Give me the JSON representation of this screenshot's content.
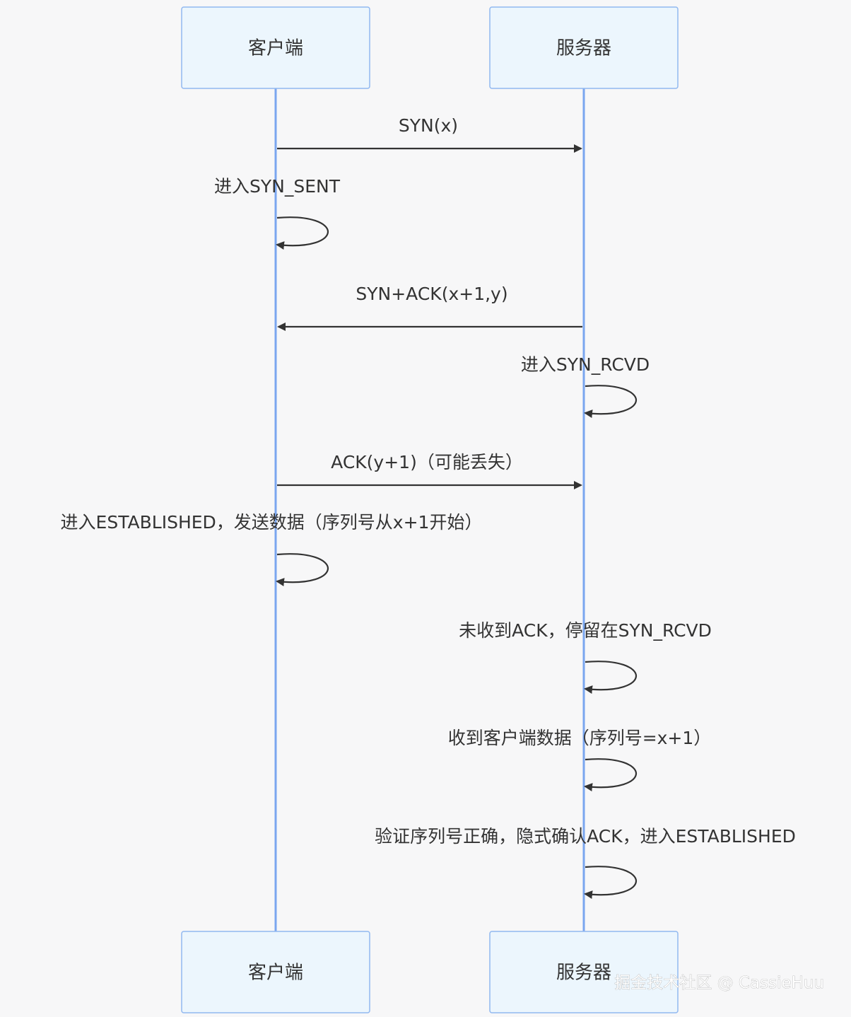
{
  "actors": {
    "client": "客户端",
    "server": "服务器"
  },
  "messages": [
    {
      "from": "client",
      "to": "server",
      "label": "SYN(x)"
    },
    {
      "from": "client",
      "to": "client",
      "label": "进入SYN_SENT"
    },
    {
      "from": "server",
      "to": "client",
      "label": "SYN+ACK(x+1,y)"
    },
    {
      "from": "server",
      "to": "server",
      "label": "进入SYN_RCVD"
    },
    {
      "from": "client",
      "to": "server",
      "label": "ACK(y+1)（可能丢失）"
    },
    {
      "from": "client",
      "to": "client",
      "label": "进入ESTABLISHED，发送数据（序列号从x+1开始）"
    },
    {
      "from": "server",
      "to": "server",
      "label": "未收到ACK，停留在SYN_RCVD"
    },
    {
      "from": "server",
      "to": "server",
      "label": "收到客户端数据（序列号=x+1）"
    },
    {
      "from": "server",
      "to": "server",
      "label": "验证序列号正确，隐式确认ACK，进入ESTABLISHED"
    }
  ],
  "watermark": "掘金技术社区 @ CassieHuu",
  "colors": {
    "actor_fill": "#ecf6fd",
    "actor_stroke": "#91b8f0",
    "lifeline": "#7aa6ef",
    "arrow": "#333333",
    "background": "#f7f7f8"
  }
}
